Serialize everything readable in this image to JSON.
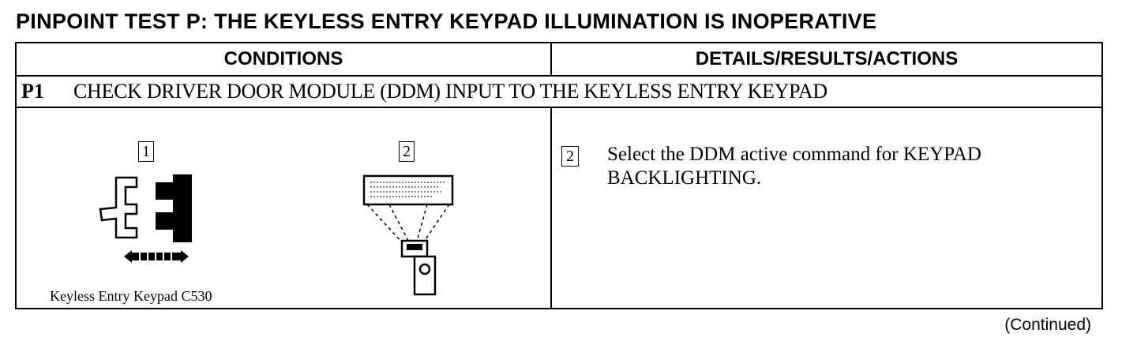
{
  "title": "PINPOINT TEST P: THE KEYLESS ENTRY KEYPAD ILLUMINATION IS INOPERATIVE",
  "table": {
    "headers": {
      "conditions": "CONDITIONS",
      "details": "DETAILS/RESULTS/ACTIONS"
    },
    "step": {
      "id": "P1",
      "title": "CHECK DRIVER DOOR MODULE (DDM) INPUT TO THE KEYLESS ENTRY KEYPAD"
    },
    "illustrations": {
      "callout_1": "1",
      "callout_2": "2",
      "caption": "Keyless Entry Keypad C530",
      "icons": [
        "connector-icon",
        "scan-tool-icon"
      ]
    },
    "action": {
      "callout": "2",
      "text": "Select the DDM active command for KEYPAD BACKLIGHTING."
    }
  },
  "footer": {
    "continued": "(Continued)"
  }
}
